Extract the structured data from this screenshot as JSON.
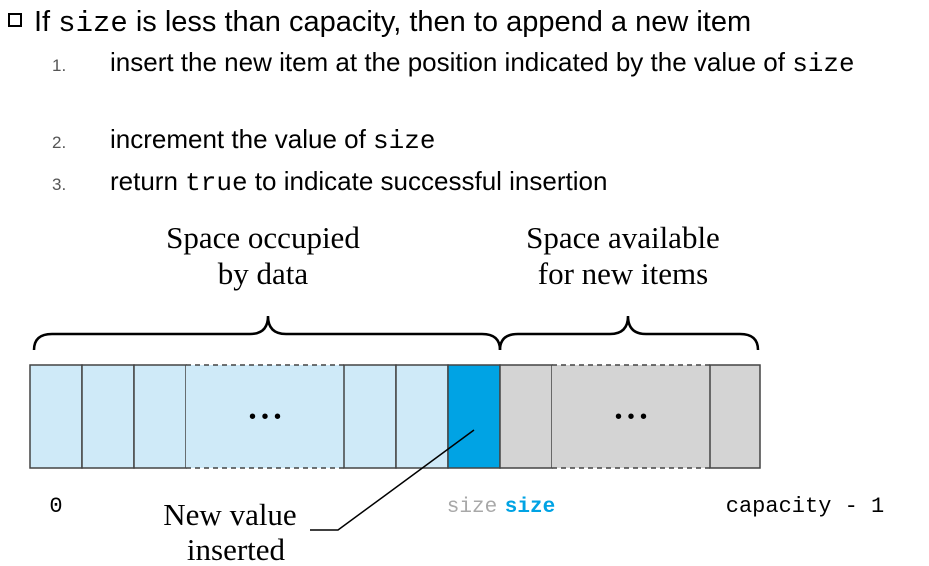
{
  "bullet": {
    "prefix": "If ",
    "code": "size",
    "suffix": " is less than capacity, then to append a new item"
  },
  "steps": [
    {
      "num": "1.",
      "pre": "insert the new item at the position indicated by the value of ",
      "code": "size",
      "post": ""
    },
    {
      "num": "2.",
      "pre": "increment the value of ",
      "code": "size",
      "post": ""
    },
    {
      "num": "3.",
      "pre": "return ",
      "code": "true",
      "post": " to indicate successful insertion"
    }
  ],
  "diagram": {
    "occupied_line1": "Space occupied",
    "occupied_line2": "by data",
    "available_line1": "Space available",
    "available_line2": "for new items",
    "ellipsis": "• • •",
    "label_zero": "0",
    "label_size_gray": "size",
    "label_size_blue": "size",
    "label_capacity": "capacity - 1",
    "new_value_line1": "New value",
    "new_value_line2": "inserted",
    "colors": {
      "occupied_fill": "#cfeaf8",
      "new_item_fill": "#00a3e4",
      "available_fill": "#d4d4d4",
      "size_blue": "#00a3e4",
      "size_gray": "#a8a8a8"
    }
  }
}
